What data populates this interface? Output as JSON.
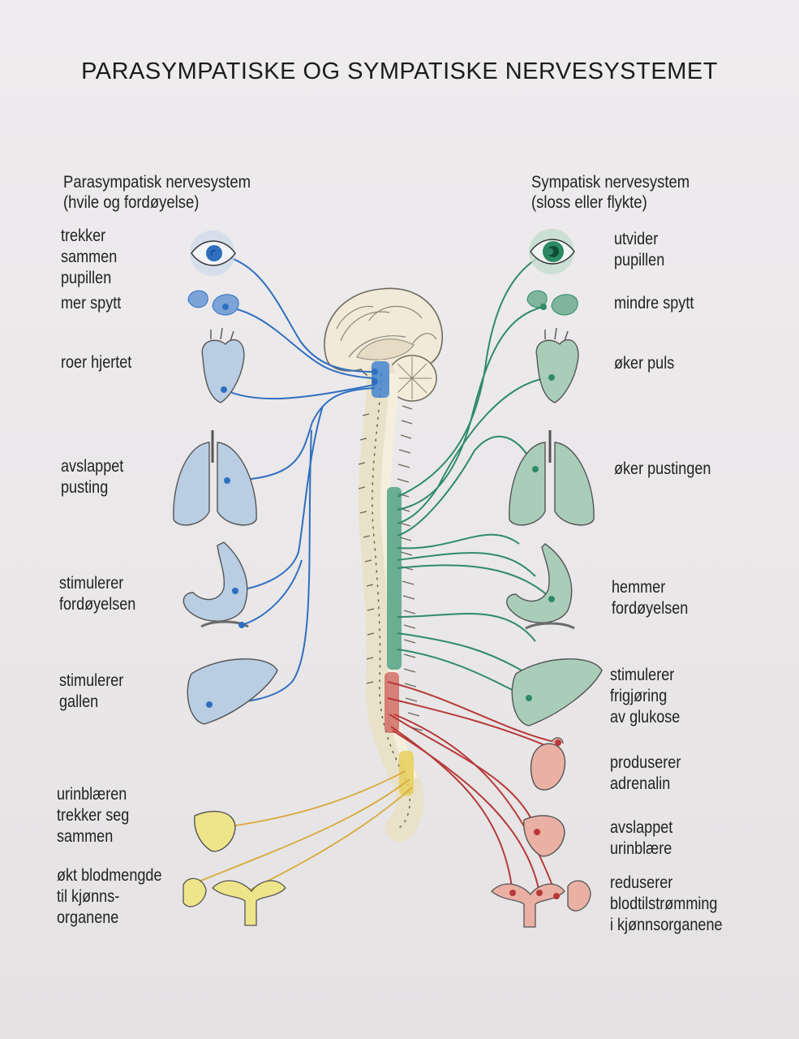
{
  "title": "PARASYMPATISKE OG SYMPATISKE NERVESYSTEMET",
  "parasympathetic": {
    "heading": "Parasympatisk nervesystem",
    "subheading": "(hvile og fordøyelse)",
    "labels": [
      [
        "trekker",
        "sammen",
        "pupillen"
      ],
      [
        "mer spytt"
      ],
      [
        "roer hjertet"
      ],
      [
        "avslappet",
        "pusting"
      ],
      [
        "stimulerer",
        "fordøyelsen"
      ],
      [
        "stimulerer",
        "gallen"
      ],
      [
        "urinblæren",
        "trekker seg",
        "sammen"
      ],
      [
        "økt blodmengde",
        "til kjønns-",
        "organene"
      ]
    ]
  },
  "sympathetic": {
    "heading": "Sympatisk nervesystem",
    "subheading": "(sloss eller flykte)",
    "labels": [
      [
        "utvider",
        "pupillen"
      ],
      [
        "mindre spytt"
      ],
      [
        "øker puls"
      ],
      [
        "øker pustingen"
      ],
      [
        "hemmer",
        "fordøyelsen"
      ],
      [
        "stimulerer",
        "frigjøring",
        "av glukose"
      ],
      [
        "produserer",
        "adrenalin"
      ],
      [
        "avslappet",
        "urinblære"
      ],
      [
        "reduserer",
        "blodtilstrømming",
        "i kjønnsorganene"
      ]
    ]
  },
  "colors": {
    "parasympathetic_nerve": "#2f6fc0",
    "sympathetic_nerve": "#2f8a6a",
    "sympathetic_lower_nerve": "#b8393a",
    "sacral_nerve": "#d9a93a",
    "para_organ_fill": "#b9cde3",
    "symp_organ_fill": "#a9cdb9",
    "red_organ_fill": "#eab0a4",
    "yellow_organ_fill": "#eee58a"
  }
}
